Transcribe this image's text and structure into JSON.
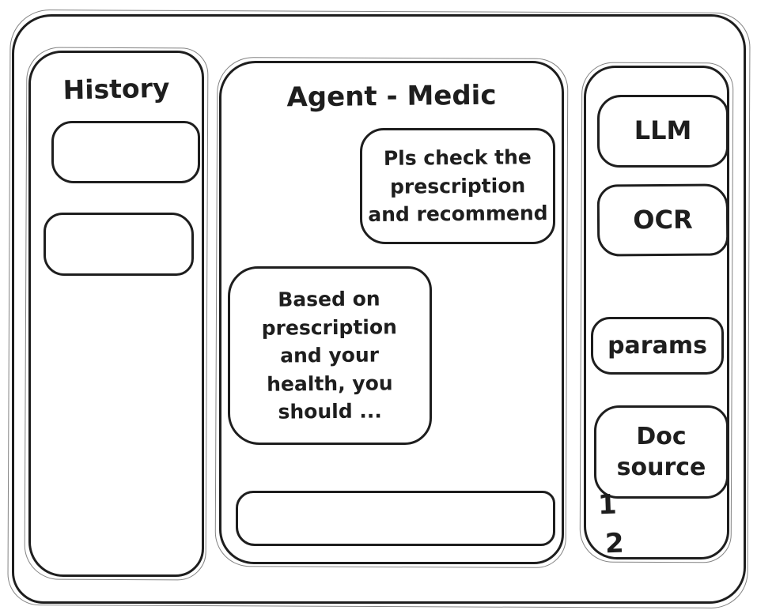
{
  "colors": {
    "stroke": "#1e1e1e",
    "background": "#ffffff"
  },
  "left_sidebar": {
    "title": "History",
    "items": [
      {
        "label": ""
      },
      {
        "label": ""
      }
    ]
  },
  "chat_panel": {
    "title": "Agent - Medic",
    "messages": [
      {
        "role": "user",
        "align": "right",
        "text": "Pls check the\nprescription\nand recommend"
      },
      {
        "role": "agent",
        "align": "left",
        "text": "Based on\nprescription\nand your\nhealth, you\nshould ..."
      }
    ],
    "input": {
      "value": ""
    }
  },
  "right_sidebar": {
    "items": [
      {
        "label": "LLM"
      },
      {
        "label": "OCR"
      },
      {
        "label": "params"
      },
      {
        "label": "Doc\nsource"
      }
    ],
    "annotations": [
      "1",
      "2"
    ]
  }
}
